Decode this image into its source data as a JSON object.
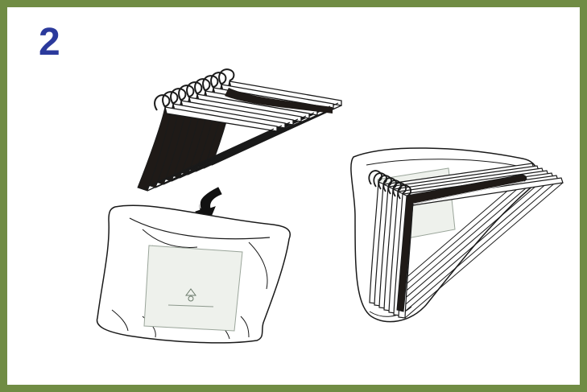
{
  "step": {
    "number": "2"
  },
  "colors": {
    "frame": "#708c44",
    "step_number": "#2b3a9c",
    "ink": "#1a1a1a",
    "hanger_body": "#1f1a17",
    "insert_card": "#eef1ec"
  },
  "illustration": {
    "left_scene": "hanger-stack-arrow-into-bag",
    "right_scene": "hangers-wrapped-in-bag"
  }
}
